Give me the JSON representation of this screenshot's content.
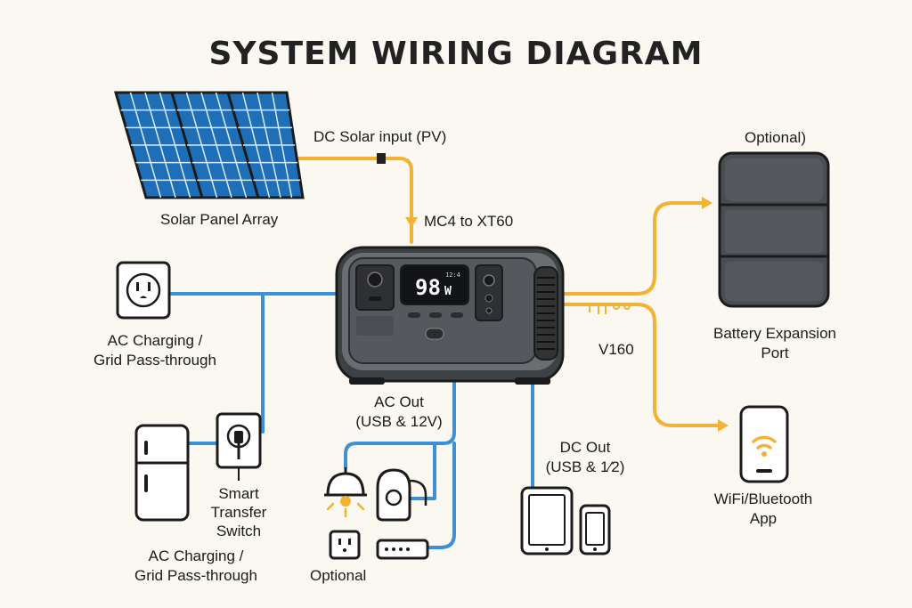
{
  "title": "SYSTEM WIRING DIAGRAM",
  "labels": {
    "dc_solar_input": "DC Solar input (PV)",
    "solar_panel_array": "Solar Panel Array",
    "mc4_to_xt60": "MC4 to XT60",
    "optional_top": "Optional)",
    "battery_expansion_1": "Battery Expansion",
    "battery_expansion_2": "Port",
    "v160": "V160",
    "ac_charging_top_1": "AC Charging /",
    "ac_charging_top_2": "Grid Pass-through",
    "ac_out_1": "AC Out",
    "ac_out_2": "(USB & 12V)",
    "dc_out_1": "DC Out",
    "dc_out_2": "(USB & 1⁄2)",
    "wifi_app_1": "WiFi/Bluetooth",
    "wifi_app_2": "App",
    "smart_transfer_1": "Smart",
    "smart_transfer_2": "Transfer",
    "smart_transfer_3": "Switch",
    "ac_charging_bottom_1": "AC Charging /",
    "ac_charging_bottom_2": "Grid Pass-through",
    "optional_bottom": "Optional"
  },
  "station": {
    "display_value": "98",
    "display_unit": "W",
    "display_small": "12:4"
  },
  "colors": {
    "dc_wire": "#f2b233",
    "ac_wire": "#3d8fd6",
    "solar_cell": "#1e6fb8",
    "station_body": "#55585c",
    "background": "#fbf8f2"
  }
}
